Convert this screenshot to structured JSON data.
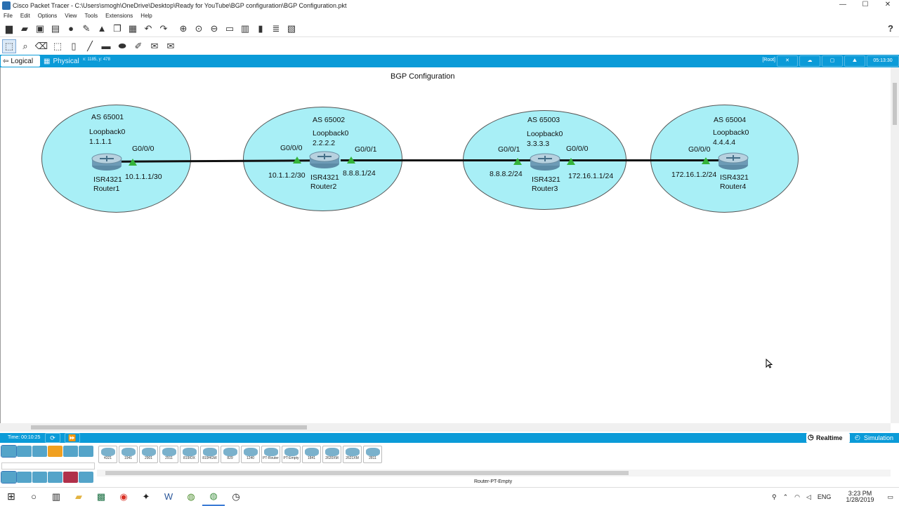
{
  "window": {
    "title": "Cisco Packet Tracer - C:\\Users\\smogh\\OneDrive\\Desktop\\Ready for YouTube\\BGP configuration\\BGP Configuration.pkt",
    "min": "—",
    "max": "☐",
    "close": "✕"
  },
  "menu": [
    "File",
    "Edit",
    "Options",
    "View",
    "Tools",
    "Extensions",
    "Help"
  ],
  "help_label": "?",
  "modebar": {
    "logical_label": "Logical",
    "physical_label": "Physical",
    "coords": "x: 1185, y: 478",
    "root_label": "[Root]",
    "clock": "05:13:30"
  },
  "canvas": {
    "title": "BGP Configuration",
    "routers": [
      {
        "as": "AS 65001",
        "loopback": "Loopback0",
        "loopback_ip": "1.1.1.1",
        "model": "ISR4321",
        "name": "Router1",
        "ifaces": [
          {
            "name": "G0/0/0",
            "ip": "10.1.1.1/30"
          }
        ]
      },
      {
        "as": "AS 65002",
        "loopback": "Loopback0",
        "loopback_ip": "2.2.2.2",
        "model": "ISR4321",
        "name": "Router2",
        "ifaces": [
          {
            "name": "G0/0/0",
            "ip": "10.1.1.2/30"
          },
          {
            "name": "G0/0/1",
            "ip": "8.8.8.1/24"
          }
        ]
      },
      {
        "as": "AS 65003",
        "loopback": "Loopback0",
        "loopback_ip": "3.3.3.3",
        "model": "ISR4321",
        "name": "Router3",
        "ifaces": [
          {
            "name": "G0/0/1",
            "ip": "8.8.8.2/24"
          },
          {
            "name": "G0/0/0",
            "ip": "172.16.1.1/24"
          }
        ]
      },
      {
        "as": "AS 65004",
        "loopback": "Loopback0",
        "loopback_ip": "4.4.4.4",
        "model": "ISR4321",
        "name": "Router4",
        "ifaces": [
          {
            "name": "G0/0/0",
            "ip": "172.16.1.2/24"
          }
        ]
      }
    ]
  },
  "status": {
    "time": "Time: 00:10:25",
    "realtime": "Realtime",
    "simulation": "Simulation"
  },
  "devices": {
    "models": [
      "4321",
      "1941",
      "2901",
      "2911",
      "819IOX",
      "819HGW",
      "829",
      "1240",
      "PT-Router",
      "PT-Empty",
      "1841",
      "2620XM",
      "2621XM",
      "2811"
    ],
    "selected_name": "Router-PT-Empty"
  },
  "taskbar": {
    "lang": "ENG",
    "time": "3:23 PM",
    "date": "1/28/2019"
  }
}
